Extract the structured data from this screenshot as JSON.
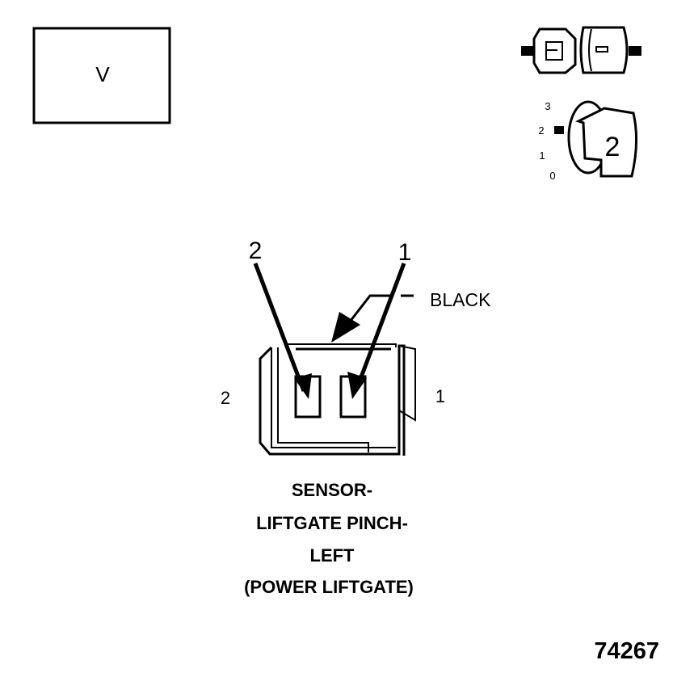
{
  "view_box_label": "V",
  "view_key": {
    "scale_numbers": [
      "3",
      "2",
      "1",
      "0"
    ],
    "key_number": "2"
  },
  "connector": {
    "pin_callouts": [
      "2",
      "1"
    ],
    "side_numbers": [
      "2",
      "1"
    ],
    "color_label": "BLACK"
  },
  "caption_lines": [
    "SENSOR-",
    "LIFTGATE PINCH-",
    "LEFT",
    "(POWER LIFTGATE)"
  ],
  "figure_number": "74267"
}
